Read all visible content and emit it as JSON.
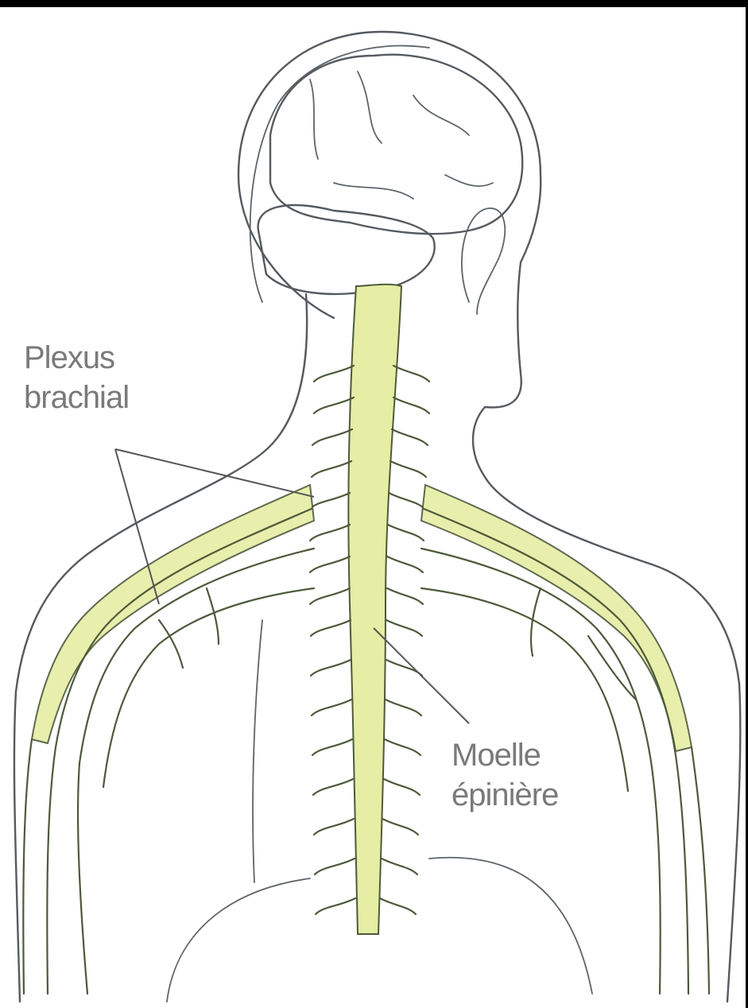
{
  "labels": {
    "plexus": {
      "line1": "Plexus",
      "line2": "brachial"
    },
    "moelle": {
      "line1": "Moelle",
      "line2": "épinière"
    }
  },
  "colors": {
    "nerve_fill": "#e6eda4",
    "brain_fill": "#efeef3",
    "outline": "#555a60",
    "label_text": "#7a7a7a"
  }
}
